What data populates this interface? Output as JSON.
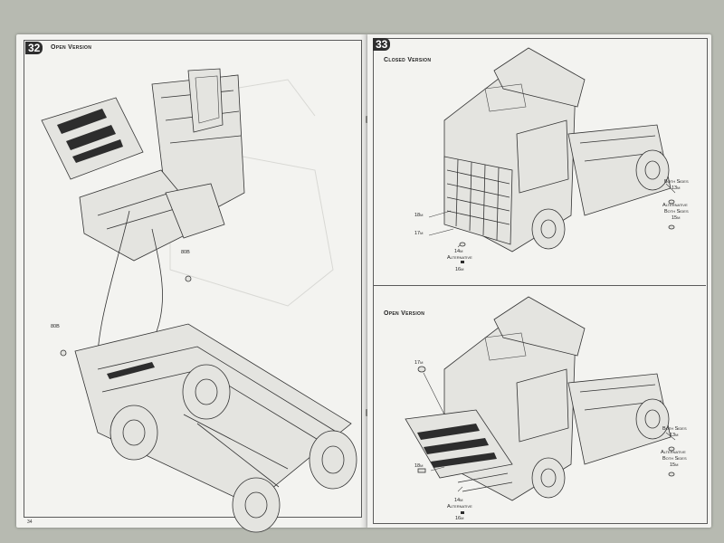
{
  "left_page": {
    "step_number": "32",
    "step_title": "Open Version",
    "part_labels": [
      "80B",
      "80B"
    ],
    "page_number": "34"
  },
  "right_page": {
    "step_number": "33",
    "closed": {
      "title": "Closed Version",
      "labels": {
        "p18": "18m",
        "p17": "17m",
        "p14": "14m",
        "alt1": "Alternative",
        "p16": "16m",
        "both1": "Both Sides",
        "p13": "13m",
        "alt2": "Alternative",
        "both2": "Both Sides",
        "p15": "15m"
      }
    },
    "open": {
      "title": "Open Version",
      "labels": {
        "p17": "17m",
        "p18": "18m",
        "p14": "14m",
        "alt1": "Alternative",
        "p16": "16m",
        "both1": "Both Sides",
        "p13": "13m",
        "alt2": "Alternative",
        "both2": "Both Sides",
        "p15": "15m"
      }
    }
  }
}
